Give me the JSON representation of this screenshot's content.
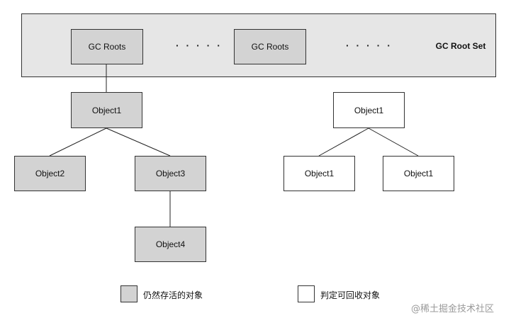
{
  "root_set": {
    "label": "GC Root Set",
    "roots": [
      "GC Roots",
      "GC Roots"
    ],
    "ellipsis": [
      "· · · · ·",
      "· · · · ·"
    ]
  },
  "live_tree": {
    "object1": "Object1",
    "object2": "Object2",
    "object3": "Object3",
    "object4": "Object4"
  },
  "dead_tree": {
    "parent": "Object1",
    "left_child": "Object1",
    "right_child": "Object1"
  },
  "legend": {
    "alive_label": "仍然存活的对象",
    "reclaimable_label": "判定可回收对象",
    "alive_color": "#d3d3d3",
    "reclaimable_color": "#ffffff"
  },
  "watermark": "@稀土掘金技术社区"
}
